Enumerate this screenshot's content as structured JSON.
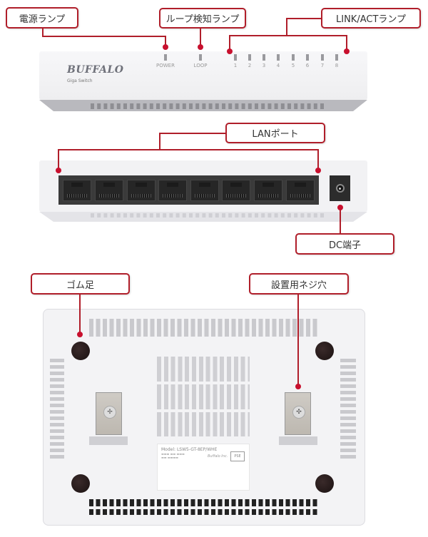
{
  "callouts": {
    "power_lamp": "電源ランプ",
    "loop_lamp": "ループ検知ランプ",
    "link_act_lamp": "LINK/ACTランプ",
    "lan_port": "LANポート",
    "dc_jack": "DC端子",
    "rubber_feet": "ゴム足",
    "mounting_screw_holes": "設置用ネジ穴"
  },
  "front_panel": {
    "brand": "BUFFALO",
    "product_type": "Giga Switch",
    "led_labels": {
      "power": "POWER",
      "loop": "LOOP",
      "ports": [
        "1",
        "2",
        "3",
        "4",
        "5",
        "6",
        "7",
        "8"
      ]
    }
  },
  "rear_panel": {
    "lan_port_count": 8
  },
  "bottom_label": {
    "model": "Model: LSW5-GT-8EP/WHE",
    "maker": "Buffalo Inc.",
    "badge": "PSE"
  },
  "colors": {
    "accent": "#b01e2a",
    "dot": "#c8102e",
    "device_body": "#f3f3f5"
  }
}
